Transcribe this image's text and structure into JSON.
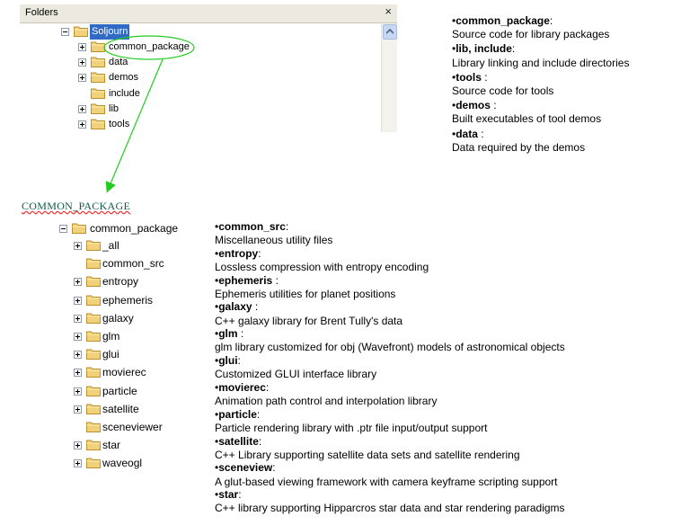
{
  "explorer": {
    "title": "Folders",
    "close": "×",
    "root": "Soljourn",
    "items": [
      {
        "label": "common_package",
        "expander": "plus"
      },
      {
        "label": "data",
        "expander": "plus"
      },
      {
        "label": "demos",
        "expander": "plus"
      },
      {
        "label": "include",
        "expander": "none"
      },
      {
        "label": "lib",
        "expander": "plus"
      },
      {
        "label": "tools",
        "expander": "plus"
      }
    ]
  },
  "top_descriptions": [
    {
      "bullet": "•",
      "name": "common_package",
      "sep": ":",
      "text": "Source code for library packages"
    },
    {
      "bullet": "•",
      "name": "lib, include",
      "sep": ":",
      "text": "Library linking and include directories"
    },
    {
      "bullet": "•",
      "name": "tools",
      "sep": " :",
      "text": "Source code for tools"
    },
    {
      "bullet": "•",
      "name": "demos",
      "sep": " :",
      "text": "Built executables of tool demos"
    },
    {
      "bullet": "•",
      "name": "data",
      "sep": " :",
      "text": "Data required by the demos"
    }
  ],
  "section_heading": "COMMON_PACKAGE",
  "package_tree": {
    "root": "common_package",
    "items": [
      {
        "label": "_all",
        "expander": "plus"
      },
      {
        "label": "common_src",
        "expander": "none"
      },
      {
        "label": "entropy",
        "expander": "plus"
      },
      {
        "label": "ephemeris",
        "expander": "plus"
      },
      {
        "label": "galaxy",
        "expander": "plus"
      },
      {
        "label": "glm",
        "expander": "plus"
      },
      {
        "label": "glui",
        "expander": "plus"
      },
      {
        "label": "movierec",
        "expander": "plus"
      },
      {
        "label": "particle",
        "expander": "plus"
      },
      {
        "label": "satellite",
        "expander": "plus"
      },
      {
        "label": "sceneviewer",
        "expander": "none"
      },
      {
        "label": "star",
        "expander": "plus"
      },
      {
        "label": "waveogl",
        "expander": "plus"
      }
    ]
  },
  "package_descriptions": [
    {
      "bullet": "•",
      "name": "common_src",
      "sep": ":",
      "text": "Miscellaneous utility files"
    },
    {
      "bullet": "•",
      "name": "entropy",
      "sep": ":",
      "text": "Lossless compression with entropy encoding"
    },
    {
      "bullet": "•",
      "name": "ephemeris",
      "sep": " :",
      "text": "Ephemeris utilities for planet positions"
    },
    {
      "bullet": "•",
      "name": "galaxy",
      "sep": " :",
      "text": "C++ galaxy library for Brent Tully's data"
    },
    {
      "bullet": "•",
      "name": "glm",
      "sep": " :",
      "text": "glm library customized for obj (Wavefront) models of astronomical objects"
    },
    {
      "bullet": "•",
      "name": "glui",
      "sep": ":",
      "text": "Customized GLUI interface library"
    },
    {
      "bullet": "•",
      "name": "movierec",
      "sep": ":",
      "text": "Animation path control and interpolation library"
    },
    {
      "bullet": "•",
      "name": "particle",
      "sep": ":",
      "text": "Particle rendering library with .ptr file input/output support"
    },
    {
      "bullet": "•",
      "name": "satellite",
      "sep": ":",
      "text": "C++ Library supporting  satellite data sets and satellite rendering"
    },
    {
      "bullet": "•",
      "name": "sceneview",
      "sep": ":",
      "text": "A glut-based viewing framework with camera keyframe scripting support"
    },
    {
      "bullet": "•",
      "name": "star",
      "sep": ":",
      "text": "C++ library supporting Hipparcros star data and star rendering paradigms"
    }
  ],
  "colors": {
    "selection": "#316ac5",
    "highlight_ellipse": "#22cc22",
    "arrow": "#22cc22",
    "heading": "#0f5a4a",
    "folder": "#f1d27a"
  }
}
